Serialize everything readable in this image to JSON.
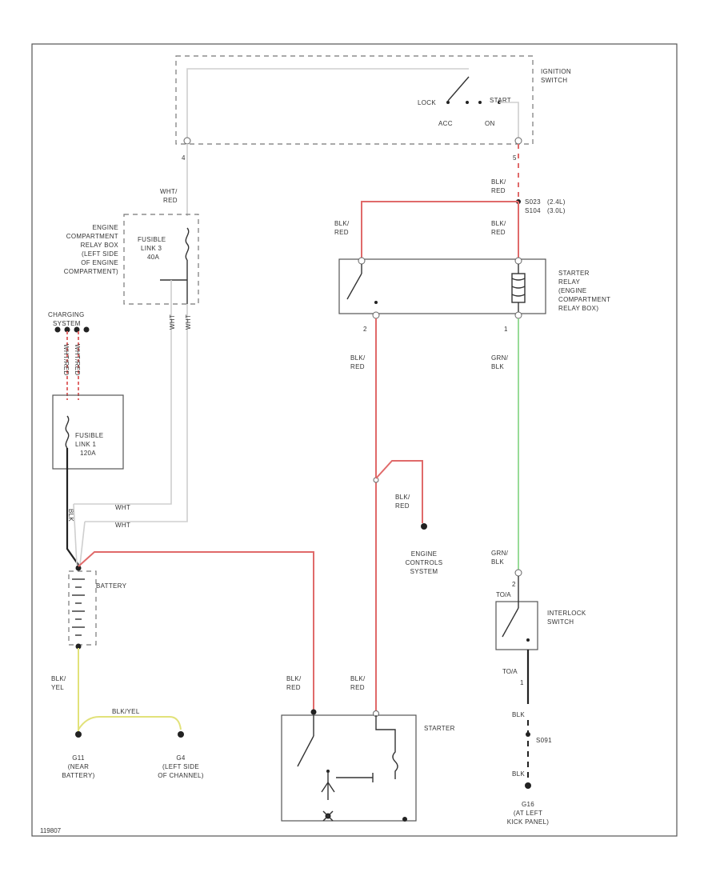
{
  "ignition_switch": {
    "label": [
      "IGNITION",
      "SWITCH"
    ],
    "positions": {
      "lock": "LOCK",
      "acc": "ACC",
      "on": "ON",
      "start": "START"
    },
    "pin_left": "4",
    "pin_right": "5"
  },
  "fusible_link_3": {
    "box_label": [
      "ENGINE",
      "COMPARTMENT",
      "RELAY BOX",
      "(LEFT SIDE",
      "OF ENGINE",
      "COMPARTMENT)"
    ],
    "label": [
      "FUSIBLE",
      "LINK 3",
      "40A"
    ],
    "wire_top": [
      "WHT/",
      "RED"
    ],
    "wire_bottom_1": "WHT",
    "wire_bottom_2": "WHT"
  },
  "charging_system": {
    "label": [
      "CHARGING",
      "SYSTEM"
    ]
  },
  "fusible_link_1": {
    "label": [
      "FUSIBLE",
      "LINK 1",
      "120A"
    ],
    "wire_left": "WHT/RED",
    "wire_right": "WHT/RED",
    "wire_bottom": "BLK"
  },
  "wht_wires": [
    "WHT",
    "WHT"
  ],
  "splice": {
    "code": "S023",
    "detail_1": "(2.4L)",
    "code_2": "S104",
    "detail_2": "(3.0L)"
  },
  "starter_relay": {
    "label": [
      "STARTER",
      "RELAY",
      "(ENGINE",
      "COMPARTMENT",
      "RELAY BOX)"
    ],
    "pin_left": "2",
    "pin_right": "1"
  },
  "wires": {
    "blk_red": [
      "BLK/",
      "RED"
    ],
    "grn_blk": [
      "GRN/",
      "BLK"
    ],
    "blk_yel": [
      "BLK/",
      "YEL"
    ],
    "blk_yel_ground": "BLK/YEL",
    "blk": "BLK"
  },
  "engine_controls": {
    "label": [
      "ENGINE",
      "CONTROLS",
      "SYSTEM"
    ]
  },
  "battery": {
    "label": "BATTERY"
  },
  "interlock": {
    "label": [
      "INTERLOCK",
      "SWITCH"
    ],
    "pin_top": "2",
    "note_top": "TO/A",
    "pin_bottom": "1",
    "note_bottom": "TO/A"
  },
  "starter": {
    "label": "STARTER"
  },
  "splice_ground": "S091",
  "grounds": {
    "g1": [
      "G11",
      "(NEAR",
      "BATTERY)"
    ],
    "g2": [
      "G4",
      "(LEFT SIDE",
      "OF CHANNEL)"
    ],
    "g3": [
      "G16",
      "(AT LEFT",
      "KICK PANEL)"
    ]
  },
  "figure_id": "119807"
}
